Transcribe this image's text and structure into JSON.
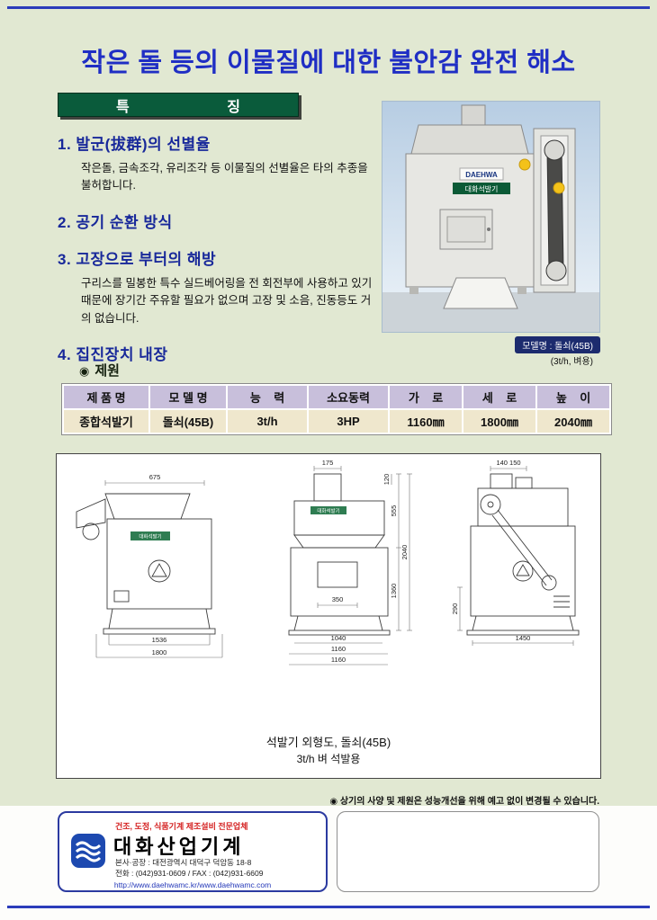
{
  "page": {
    "title": "작은 돌 등의 이물질에 대한 불안감 완전 해소",
    "badge_left": "특",
    "badge_right": "징"
  },
  "features": [
    {
      "label": "1. 발군(拔群)의 선별율",
      "desc": "작은돌, 금속조각, 유리조각 등 이물질의 선별율은 타의 추종을 불허합니다."
    },
    {
      "label": "2. 공기 순환 방식"
    },
    {
      "label": "3. 고장으로 부터의 해방",
      "desc": "구리스를 밀봉한 특수 실드베어링을 전 회전부에 사용하고 있기 때문에 장기간 주유할 필요가 없으며 고장 및 소음, 진동등도 거의 없습니다."
    },
    {
      "label": "4. 집진장치 내장"
    }
  ],
  "photo": {
    "brand_plate": "DAEHWA",
    "label": "대화석발기",
    "caption_model": "모델명 : 돌쇠(45B)",
    "caption_use": "(3t/h, 벼용)"
  },
  "spec": {
    "bullet": "◉",
    "section_title": "제원",
    "headers": [
      "제 품 명",
      "모 델 명",
      "능    력",
      "소요동력",
      "가    로",
      "세    로",
      "높    이"
    ],
    "row": [
      "종합석발기",
      "돌쇠(45B)",
      "3t/h",
      "3HP",
      "1160㎜",
      "1800㎜",
      "2040㎜"
    ]
  },
  "drawing": {
    "machine_label": "대화석발기",
    "left": {
      "d675": "675",
      "d1536": "1536",
      "d1800": "1800"
    },
    "middle": {
      "d175": "175",
      "d350": "350",
      "d1040": "1040",
      "d1160a": "1160",
      "d1160b": "1160",
      "d120": "120",
      "d555": "555",
      "d2040": "2040",
      "d1360": "1360"
    },
    "right": {
      "d140150": "140 150",
      "d290": "290",
      "d1450": "1450"
    },
    "caption1": "석발기 외형도, 돌쇠(45B)",
    "caption2": "3t/h 벼 석발용"
  },
  "notice": "◉ 상기의 사양 및 제원은 성능개선을 위해 예고 없이 변경될 수 있습니다.",
  "footer": {
    "tagline": "건조, 도정, 식품기계 제조설비 전문업체",
    "company": "대화산업기계",
    "address": "본사·공장 : 대전광역시 대덕구 덕암동 18-8",
    "phone": "전화 : (042)931-0609 / FAX : (042)931-6609",
    "url": "http://www.daehwamc.kr/www.daehwamc.com"
  }
}
